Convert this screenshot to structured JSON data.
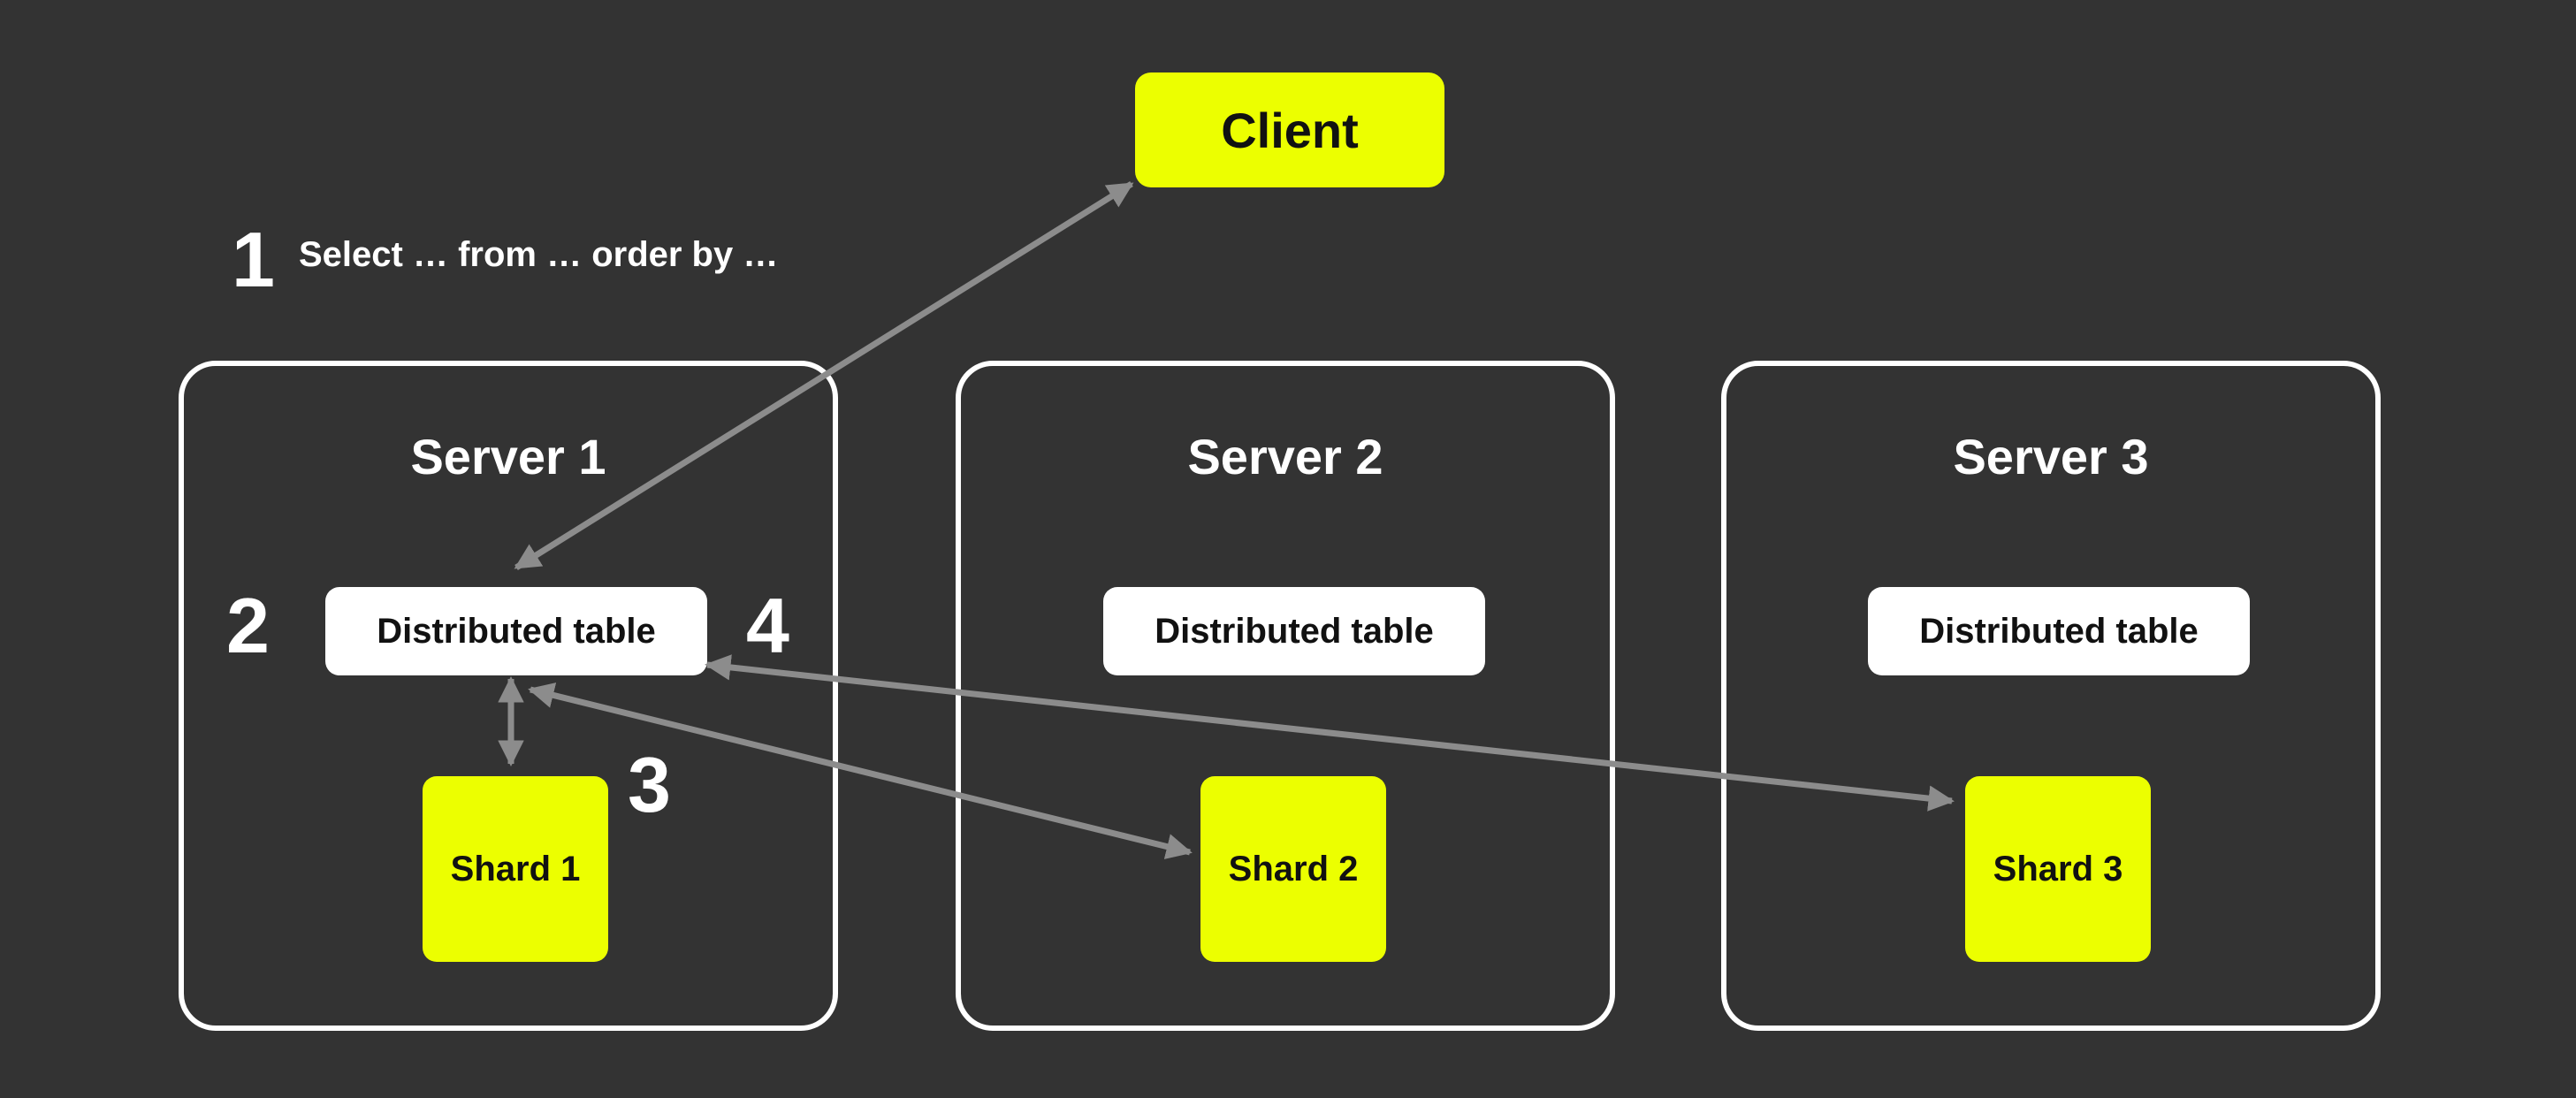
{
  "client": {
    "label": "Client"
  },
  "query": {
    "step": "1",
    "text": "Select … from … order by …"
  },
  "step_labels": {
    "two": "2",
    "three": "3",
    "four": "4"
  },
  "servers": [
    {
      "title": "Server 1",
      "table": "Distributed table",
      "shard": "Shard 1"
    },
    {
      "title": "Server 2",
      "table": "Distributed table",
      "shard": "Shard 2"
    },
    {
      "title": "Server 3",
      "table": "Distributed table",
      "shard": "Shard 3"
    }
  ],
  "colors": {
    "background": "#333333",
    "accent": "#ecff00",
    "box": "#ffffff",
    "arrow": "#8c8c8c"
  }
}
